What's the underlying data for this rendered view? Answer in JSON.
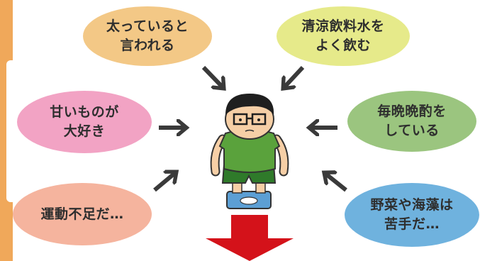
{
  "bubbles": [
    {
      "id": "b1",
      "text": "太っていると\n言われる",
      "color": "#f3c886"
    },
    {
      "id": "b2",
      "text": "清涼飲料水を\nよく飲む",
      "color": "#e6ea8a"
    },
    {
      "id": "b3",
      "text": "甘いものが\n大好き",
      "color": "#f2a3c4"
    },
    {
      "id": "b4",
      "text": "毎晩晩酌を\nしている",
      "color": "#9bc57f"
    },
    {
      "id": "b5",
      "text": "運動不足だ…",
      "color": "#f5b49e"
    },
    {
      "id": "b6",
      "text": "野菜や海藻は\n苦手だ…",
      "color": "#6fb2de"
    }
  ],
  "colors": {
    "side_bar": "#f0a85a",
    "arrows": "#3a3a3a",
    "down_arrow": "#d4121a",
    "shirt": "#5aa23c",
    "shorts": "#2f7a2a"
  },
  "icons": [
    "arrow-icon",
    "person-on-scale-illustration",
    "down-arrow-icon"
  ]
}
